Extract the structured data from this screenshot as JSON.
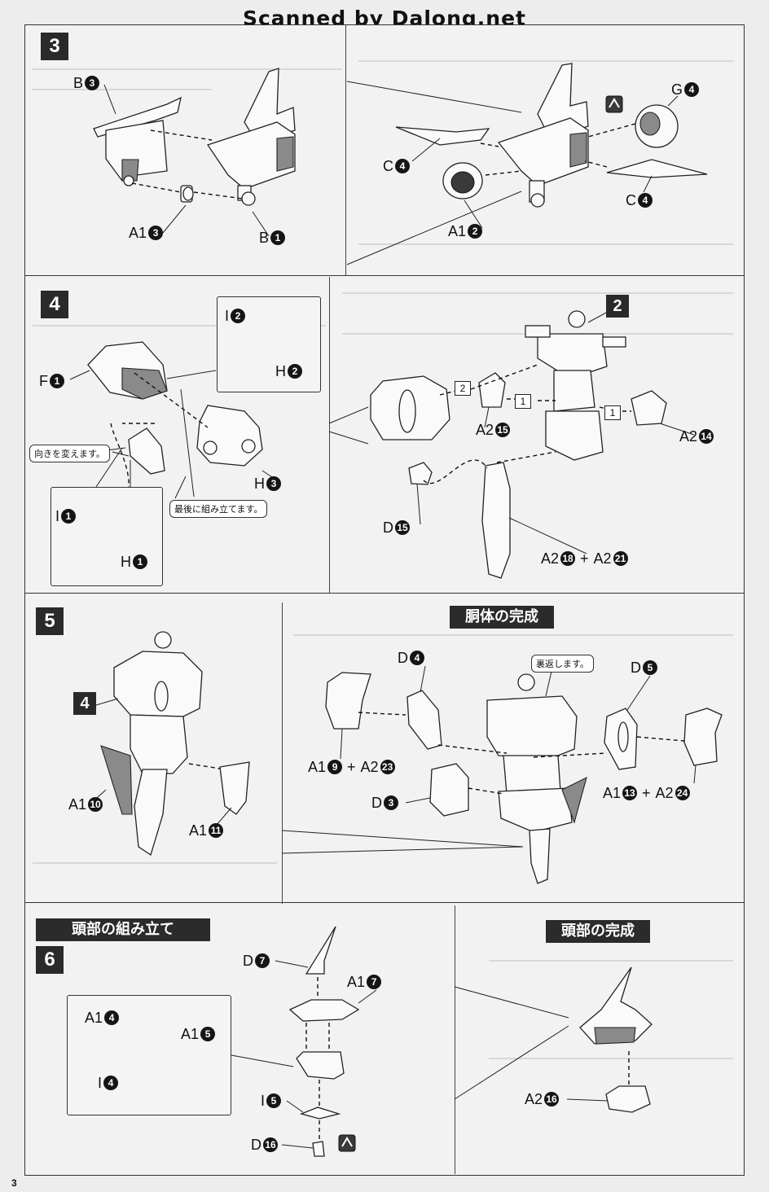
{
  "watermark": "Scanned by Dalong.net",
  "page_number": "3",
  "steps": {
    "s3": "3",
    "s4": "4",
    "s5": "5",
    "s6": "6"
  },
  "banners": {
    "torso_complete": "胴体の完成",
    "head_assembly": "頭部の組み立て",
    "head_complete": "頭部の完成"
  },
  "callouts": {
    "change_direction": "向きを変えます。",
    "assemble_last": "最後に組み立てます。",
    "turn_over": "裏返します。"
  },
  "step3": {
    "b3": {
      "letter": "B",
      "num": "3"
    },
    "a1_3": {
      "letter": "A1",
      "num": "3"
    },
    "b1": {
      "letter": "B",
      "num": "1"
    },
    "g4": {
      "letter": "G",
      "num": "4"
    },
    "c4a": {
      "letter": "C",
      "num": "4"
    },
    "c4b": {
      "letter": "C",
      "num": "4"
    },
    "a1_2": {
      "letter": "A1",
      "num": "2"
    }
  },
  "step4": {
    "i2": {
      "letter": "I",
      "num": "2"
    },
    "h2": {
      "letter": "H",
      "num": "2"
    },
    "f1": {
      "letter": "F",
      "num": "1"
    },
    "h3": {
      "letter": "H",
      "num": "3"
    },
    "i1": {
      "letter": "I",
      "num": "1"
    },
    "h1": {
      "letter": "H",
      "num": "1"
    },
    "sub2": "2",
    "a2_15": {
      "letter": "A2",
      "num": "15"
    },
    "a2_14": {
      "letter": "A2",
      "num": "14"
    },
    "d15": {
      "letter": "D",
      "num": "15"
    },
    "a2_18_21": {
      "letter": "A2",
      "num": "18",
      "plus": "+",
      "letter2": "A2",
      "num2": "21"
    },
    "box2": "2",
    "box1a": "1",
    "box1b": "1"
  },
  "step5": {
    "sub4": "4",
    "a1_10": {
      "letter": "A1",
      "num": "10"
    },
    "a1_11": {
      "letter": "A1",
      "num": "11"
    },
    "d4": {
      "letter": "D",
      "num": "4"
    },
    "d5": {
      "letter": "D",
      "num": "5"
    },
    "a1_9_a2_23": {
      "letter": "A1",
      "num": "9",
      "plus": "+",
      "letter2": "A2",
      "num2": "23"
    },
    "a1_13_a2_24": {
      "letter": "A1",
      "num": "13",
      "plus": "+",
      "letter2": "A2",
      "num2": "24"
    },
    "d3": {
      "letter": "D",
      "num": "3"
    }
  },
  "step6": {
    "d7": {
      "letter": "D",
      "num": "7"
    },
    "a1_7": {
      "letter": "A1",
      "num": "7"
    },
    "a1_4": {
      "letter": "A1",
      "num": "4"
    },
    "a1_5": {
      "letter": "A1",
      "num": "5"
    },
    "i4": {
      "letter": "I",
      "num": "4"
    },
    "i5": {
      "letter": "I",
      "num": "5"
    },
    "d16": {
      "letter": "D",
      "num": "16"
    },
    "a2_16": {
      "letter": "A2",
      "num": "16"
    }
  }
}
